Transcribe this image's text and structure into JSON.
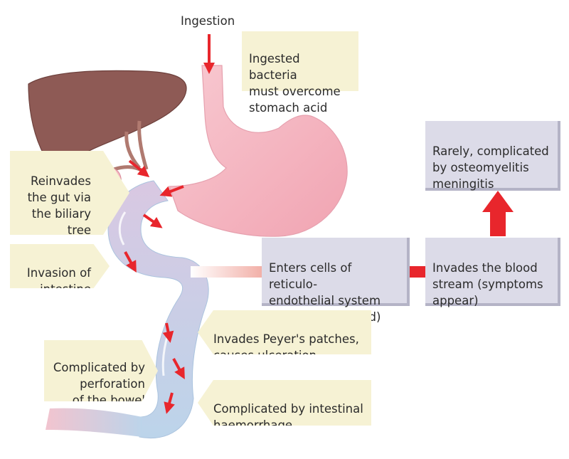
{
  "labels": {
    "ingestion": "Ingestion",
    "stomach_acid": "Ingested bacteria\nmust overcome\nstomach acid",
    "biliary": "Reinvades\nthe gut via\nthe biliary\ntree",
    "invasion": "Invasion of\nintestine",
    "reticulo": "Enters cells of reticulo-\nendothelial system\n(incubation period)",
    "blood": "Invades the blood\nstream (symptoms\nappear)",
    "rarely": "Rarely,  complicated\nby osteomyelitis\nmeningitis",
    "peyer": "Invades Peyer's patches,\ncauses ulceration",
    "perforation": "Complicated by\nperforation\nof the bowel",
    "haemorrhage": "Complicated by intestinal\nhaemorrhage"
  },
  "colors": {
    "arrow": "#e8262c",
    "liver": "#8e5a55",
    "stomach": "#f4b8c2",
    "intestine": "#c9dced",
    "beige_box": "#f6f2d4",
    "lavender_box": "#dcdbe8"
  }
}
